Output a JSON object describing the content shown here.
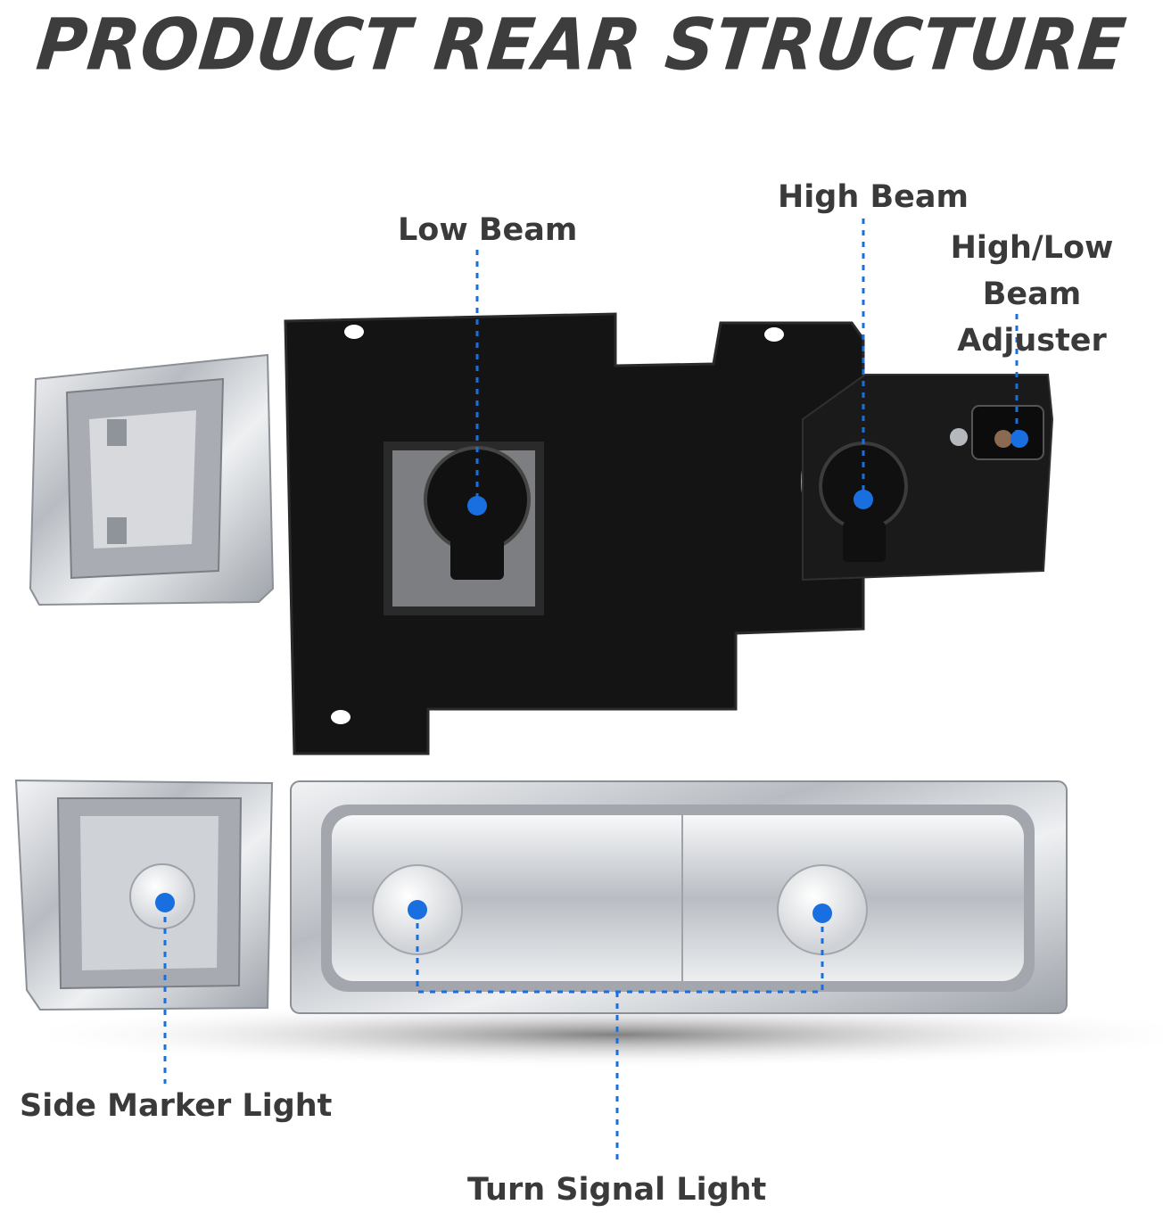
{
  "title": "PRODUCT REAR STRUCTURE",
  "labels": {
    "low_beam": "Low Beam",
    "high_beam": "High Beam",
    "adjuster": "High/Low\nBeam Adjuster",
    "side_marker": "Side Marker Light",
    "turn_signal": "Turn Signal Light"
  },
  "colors": {
    "title": "#3d3d3d",
    "label": "#3a3a3a",
    "callout": "#1a6fe0",
    "housing": "#141414",
    "chrome": "#c9ccd0"
  }
}
